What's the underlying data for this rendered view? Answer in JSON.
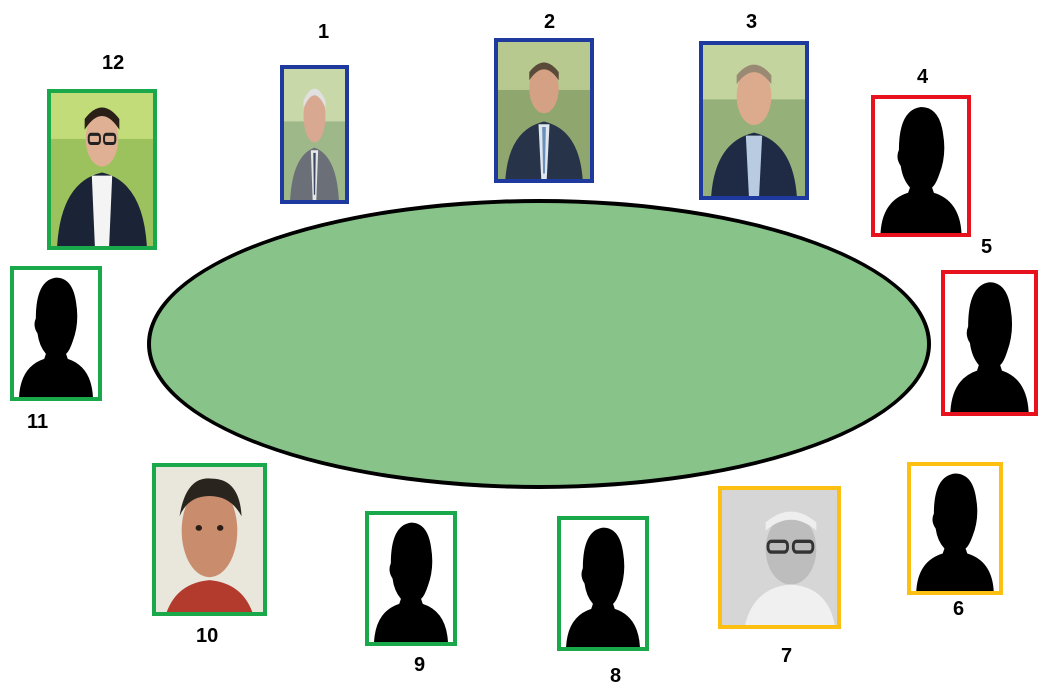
{
  "colors": {
    "table_fill": "#88c489",
    "blue": "#1f3a9e",
    "red": "#e8121e",
    "green": "#19a84a",
    "yellow": "#fdbf12"
  },
  "seats": [
    {
      "number": "1",
      "frame_color": "blue",
      "picture": "photo"
    },
    {
      "number": "2",
      "frame_color": "blue",
      "picture": "photo"
    },
    {
      "number": "3",
      "frame_color": "blue",
      "picture": "photo"
    },
    {
      "number": "4",
      "frame_color": "red",
      "picture": "silhouette"
    },
    {
      "number": "5",
      "frame_color": "red",
      "picture": "silhouette"
    },
    {
      "number": "6",
      "frame_color": "yellow",
      "picture": "silhouette"
    },
    {
      "number": "7",
      "frame_color": "yellow",
      "picture": "photo"
    },
    {
      "number": "8",
      "frame_color": "green",
      "picture": "silhouette"
    },
    {
      "number": "9",
      "frame_color": "green",
      "picture": "silhouette"
    },
    {
      "number": "10",
      "frame_color": "green",
      "picture": "photo"
    },
    {
      "number": "11",
      "frame_color": "green",
      "picture": "silhouette"
    },
    {
      "number": "12",
      "frame_color": "green",
      "picture": "photo"
    }
  ]
}
